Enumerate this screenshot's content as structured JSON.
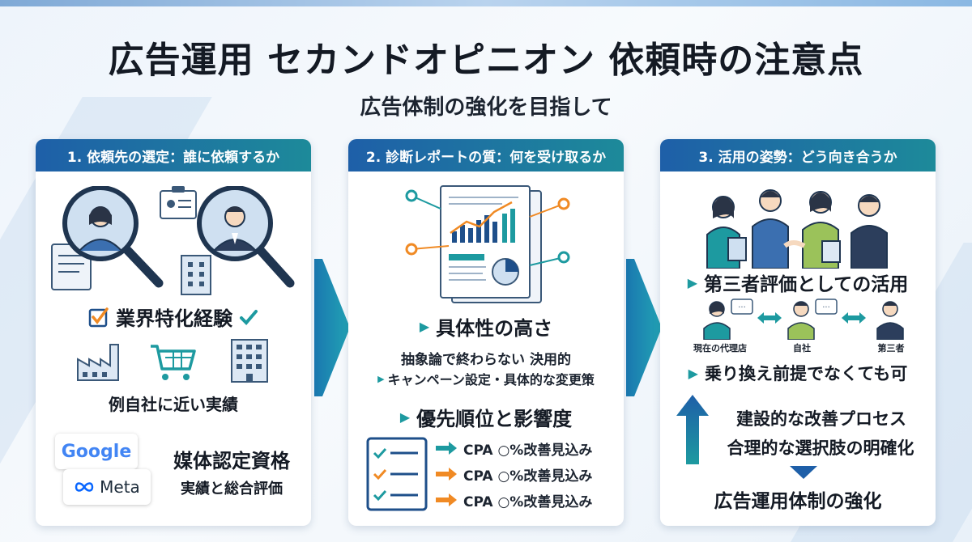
{
  "title": "広告運用 セカンドオピニオン 依頼時の注意点",
  "subtitle": "広告体制の強化を目指して",
  "panels": [
    {
      "header": "1. 依頼先の選定：誰に依頼するか",
      "heading1": "業界特化経験",
      "caption1": "例自社に近い実績",
      "logo_google": "Google",
      "logo_meta": "Meta",
      "heading2": "媒体認定資格",
      "caption2": "実績と総合評価"
    },
    {
      "header": "2. 診断レポートの質：何を受け取るか",
      "heading1": "具体性の高さ",
      "line1": "抽象論で終わらない 決用的",
      "line2": "キャンペーン設定・具体的な変更策",
      "heading2": "優先順位と影響度",
      "items": [
        {
          "label": "CPA ○%改善見込み",
          "arrow_color": "#1d9aa0"
        },
        {
          "label": "CPA ○%改善見込み",
          "arrow_color": "#f08a24"
        },
        {
          "label": "CPA ○%改善見込み",
          "arrow_color": "#f08a24"
        }
      ]
    },
    {
      "header": "3. 活用の姿勢：どう向き合うか",
      "heading1": "第三者評価としての活用",
      "people": [
        "現在の代理店",
        "自社",
        "第三者"
      ],
      "heading2": "乗り換え前提でなくても可",
      "process1": "建設的な改善プロセス",
      "process2": "合理的な選択肢の明確化",
      "result": "広告運用体制の強化"
    }
  ],
  "colors": {
    "header_start": "#1e5fa8",
    "header_end": "#1d8a9a",
    "teal": "#1d9aa0",
    "orange": "#f08a24",
    "navy": "#1e4f8a"
  }
}
